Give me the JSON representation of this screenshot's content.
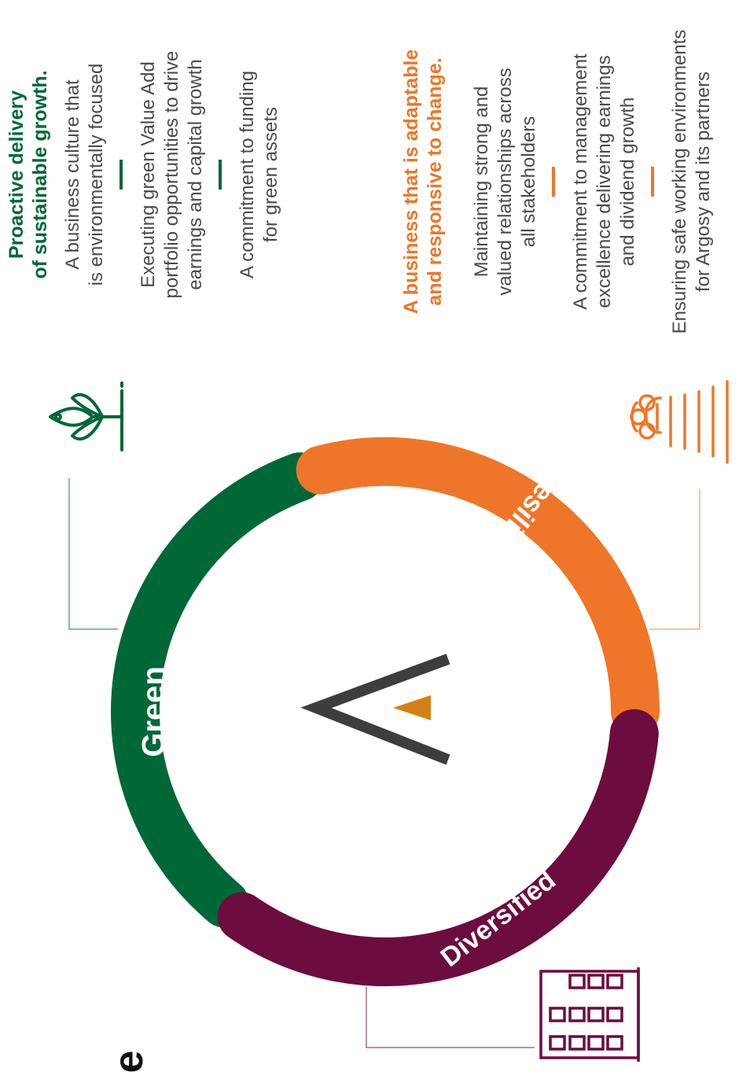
{
  "ring": {
    "segments": [
      {
        "id": "green",
        "label": "Green",
        "color": "#006837"
      },
      {
        "id": "resilient",
        "label": "Resilient",
        "color": "#ef7628"
      },
      {
        "id": "diversified",
        "label": "Diversified",
        "color": "#6c0c3f"
      }
    ],
    "logo": {
      "stroke_color": "#3d3d3d",
      "accent_color": "#d28214"
    }
  },
  "icons": {
    "green": {
      "name": "plant-icon",
      "color": "#006837"
    },
    "resilient": {
      "name": "people-icon",
      "color": "#ef7628"
    },
    "diversified": {
      "name": "building-icon",
      "color": "#6c0c3f"
    }
  },
  "green_panel": {
    "heading": [
      "Proactive delivery",
      "of sustainable growth."
    ],
    "items": [
      [
        "A business culture that",
        "is environmentally focused"
      ],
      [
        "Executing green Value Add",
        "portfolio opportunities to drive",
        "earnings and capital growth"
      ],
      [
        "A commitment to funding",
        "for green assets"
      ]
    ]
  },
  "resilient_panel": {
    "heading": [
      "A business that is adaptable",
      "and responsive to change."
    ],
    "items": [
      [
        "Maintaining strong and",
        "valued relationships across",
        "all stakeholders"
      ],
      [
        "A commitment to management",
        "excellence delivering earnings",
        "and dividend growth"
      ],
      [
        "Ensuring safe working environments",
        "for Argosy and its partners"
      ]
    ]
  },
  "corner_glyph": "e"
}
